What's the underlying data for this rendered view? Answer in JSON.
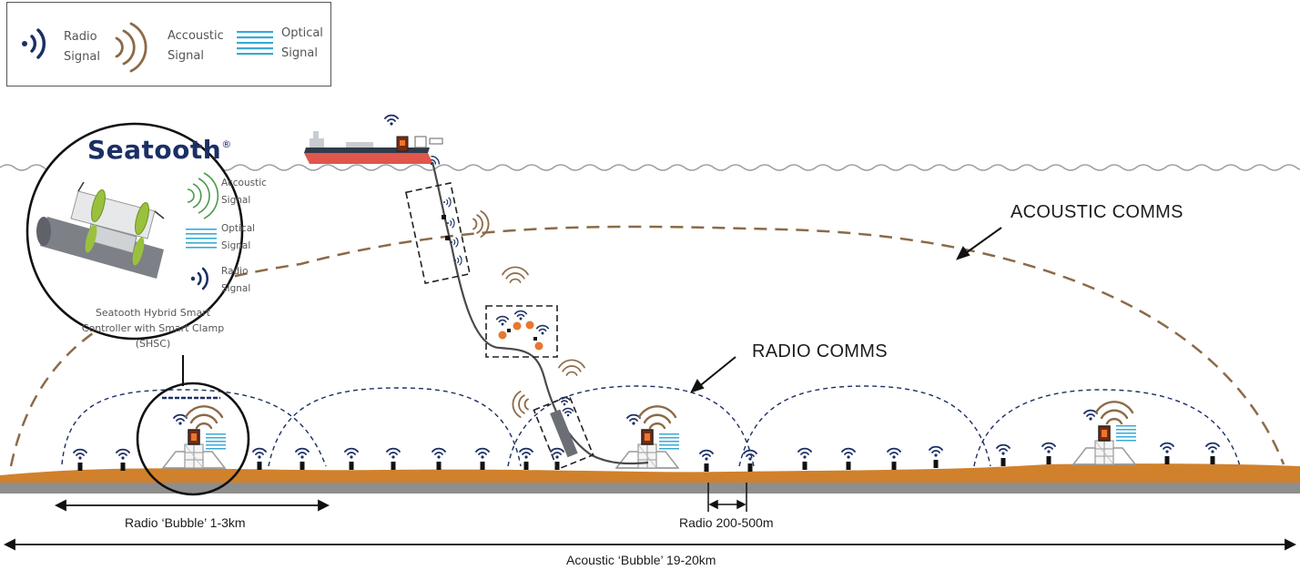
{
  "legend": {
    "radio_line1": "Radio",
    "radio_line2": "Signal",
    "acoustic_line1": "Accoustic",
    "acoustic_line2": "Signal",
    "optical_line1": "Optical",
    "optical_line2": "Signal"
  },
  "callout": {
    "brand": "Seatooth",
    "brand_mark": "®",
    "acoustic_line1": "Accoustic",
    "acoustic_line2": "Signal",
    "optical_line1": "Optical",
    "optical_line2": "Signal",
    "radio_line1": "Radio",
    "radio_line2": "Signal",
    "caption_line1": "Seatooth Hybrid Smart",
    "caption_line2": "Controller with Smart Clamp",
    "caption_line3": "(SHSC)"
  },
  "labels": {
    "acoustic_comms": "ACOUSTIC COMMS",
    "radio_comms": "RADIO COMMS",
    "radio_bubble": "Radio ‘Bubble’ 1-3km",
    "radio_range": "Radio 200-500m",
    "acoustic_bubble": "Acoustic ‘Bubble’ 19-20km"
  },
  "colors": {
    "radio": "#1b2f63",
    "acoustic": "#8b6a47",
    "acoustic_green": "#4a9a4a",
    "optical": "#3aa9d6",
    "seabed": "#d1812b",
    "seabed_base": "#8e8e8e",
    "dashed_radio": "#1b2f63",
    "dashed_acoustic": "#8b6a47",
    "ship_hull": "#e0564b"
  },
  "icons": [
    "radio-signal-icon",
    "acoustic-signal-icon",
    "optical-signal-icon",
    "ship-icon",
    "subsea-structure-icon",
    "radio-node-icon",
    "smart-clamp-icon"
  ]
}
